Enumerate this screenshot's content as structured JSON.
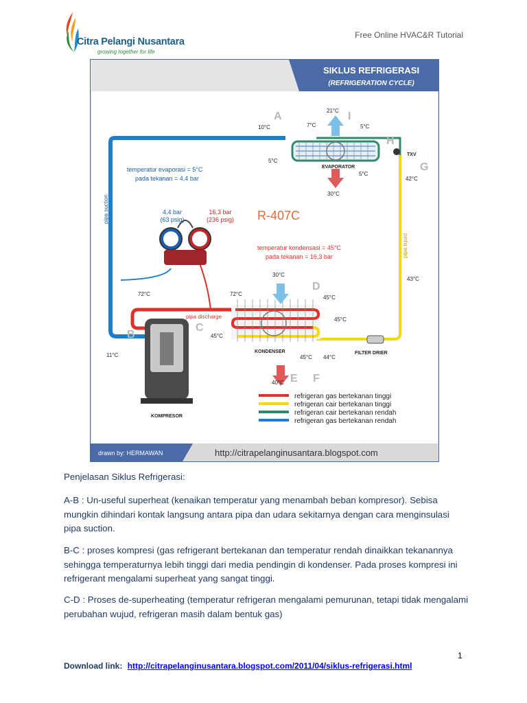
{
  "header": {
    "logo_name": "Citra Pelangi Nusantara",
    "logo_tagline": "growing together for life",
    "right_title": "Free Online HVAC&R Tutorial"
  },
  "figure": {
    "title": "SIKLUS REFRIGERASI",
    "subtitle": "(REFRIGERATION CYCLE)",
    "refrigerant": "R-407C",
    "points": {
      "a": "A",
      "b": "B",
      "c": "C",
      "d": "D",
      "e": "E",
      "f": "F",
      "g": "G",
      "h": "H",
      "i": "I"
    },
    "temps": {
      "t21": "21°C",
      "t10": "10°C",
      "t7": "7°C",
      "t5a": "5°C",
      "t5b": "5°C",
      "t5c": "5°C",
      "t30": "30°C",
      "t42": "42°C",
      "t43": "43°C",
      "t30b": "30°C",
      "t72a": "72°C",
      "t72b": "72°C",
      "t45a": "45°C",
      "t45b": "45°C",
      "t45c": "45°C",
      "t45d": "45°C",
      "t44": "44°C",
      "t11": "11°C",
      "t40": "40°C"
    },
    "labels": {
      "evaporator": "EVAPORATOR",
      "txv": "TXV",
      "kondenser": "KONDENSER",
      "kompresor": "KOMPRESOR",
      "filter": "FILTER DRIER",
      "pipa_suction": "pipa suction",
      "pipa_liquid": "pipa liquid",
      "pipa_discharge": "pipa discharge",
      "evap_temp_1": "temperatur evaporasi = 5°C",
      "evap_temp_2": "pada tekanan = 4,4 bar",
      "cond_temp_1": "temperatur kondensasi = 45°C",
      "cond_temp_2": "pada tekanan = 16,3 bar",
      "gauge_low_1": "4,4 bar",
      "gauge_low_2": "(63 psig)",
      "gauge_high_1": "16,3 bar",
      "gauge_high_2": "(236 psig)"
    },
    "legend": [
      {
        "label": "refrigeran gas bertekanan tinggi",
        "color": "#e0302a"
      },
      {
        "label": "refrigeran cair bertekanan tinggi",
        "color": "#f5d90a"
      },
      {
        "label": "refrigeran cair bertekanan rendah",
        "color": "#2e8b6a"
      },
      {
        "label": "refrigeran gas bertekanan rendah",
        "color": "#1a7fd1"
      }
    ],
    "footer_left": "drawn by: HERMAWAN",
    "footer_url": "http://citrapelanginusantara.blogspot.com",
    "colors": {
      "frame": "#4a6aa8",
      "hot_gas": "#e0302a",
      "hot_liquid": "#f5d90a",
      "cold_liquid": "#2e8b6a",
      "cold_gas": "#1a7fd1"
    }
  },
  "body": {
    "section_title": "Penjelasan Siklus Refrigerasi:",
    "p1": "A-B : Un-useful superheat (kenaikan temperatur yang menambah beban kompresor). Sebisa mungkin dihindari kontak langsung antara pipa dan udara sekitarnya dengan cara menginsulasi pipa suction.",
    "p2": "B-C : proses kompresi (gas refrigerant bertekanan dan temperatur rendah dinaikkan tekanannya sehingga temperaturnya lebih tinggi dari media pendingin di kondenser. Pada proses kompresi ini refrigerant mengalami superheat yang sangat tinggi.",
    "p3": "C-D : Proses de-superheating (temperatur refrigeran mengalami pemurunan, tetapi tidak mengalami perubahan wujud, refrigeran masih dalam bentuk gas)"
  },
  "footer": {
    "page_number": "1",
    "download_label": "Download link:",
    "download_url": "http://citrapelanginusantara.blogspot.com/2011/04/siklus-refrigerasi.html"
  }
}
